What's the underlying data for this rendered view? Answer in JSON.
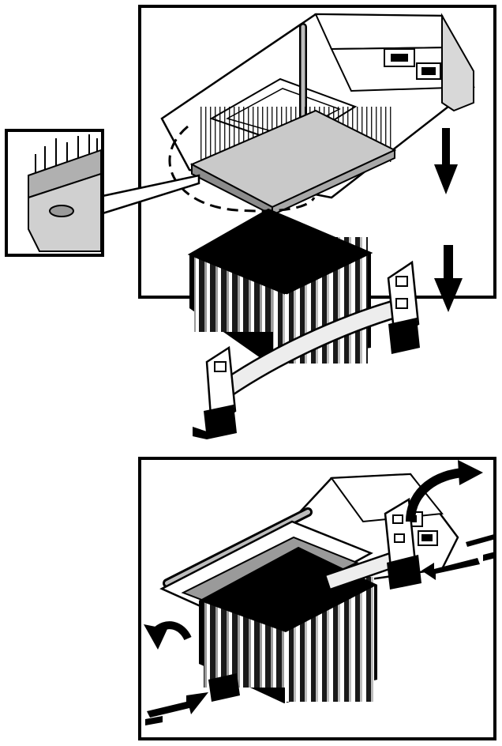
{
  "figure": {
    "panels": [
      {
        "id": "top",
        "content": "cpu-above-heatsink-with-clip",
        "arrows": [
          "down-arrow",
          "down-arrow"
        ]
      },
      {
        "id": "bottom",
        "content": "assembled-heatsink-on-cpu",
        "arrows": [
          "curved-arrow",
          "push-arrow",
          "curved-arrow",
          "push-arrow"
        ]
      }
    ],
    "inset": {
      "content": "cpu-corner-detail",
      "feature": "oval-marker"
    }
  },
  "colors": {
    "ink": "#000000",
    "paper": "#ffffff",
    "gray": "#9a9a9a",
    "dark": "#3c3c3c",
    "light": "#d4d4d4"
  },
  "icons": [
    "down-arrow-icon",
    "curved-arrow-icon",
    "push-arrow-icon",
    "heatsink-icon",
    "cpu-icon",
    "clip-icon",
    "lever-icon",
    "socket-icon"
  ]
}
